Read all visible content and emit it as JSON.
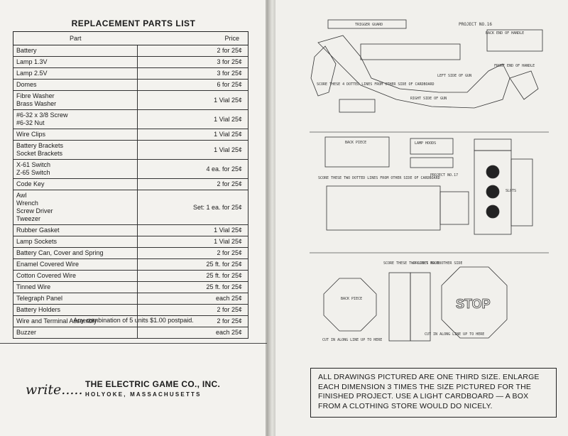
{
  "left_page": {
    "title": "REPLACEMENT PARTS LIST",
    "columns": {
      "part": "Part",
      "price": "Price"
    },
    "rows": [
      {
        "part": [
          "Battery"
        ],
        "price": "2 for 25¢"
      },
      {
        "part": [
          "Lamp 1.3V"
        ],
        "price": "3 for 25¢"
      },
      {
        "part": [
          "Lamp 2.5V"
        ],
        "price": "3 for 25¢"
      },
      {
        "part": [
          "Domes"
        ],
        "price": "6 for 25¢"
      },
      {
        "part": [
          "Fibre Washer",
          "Brass Washer"
        ],
        "price": "1 Vial 25¢"
      },
      {
        "part": [
          "#6-32 x 3/8 Screw",
          "#6-32 Nut"
        ],
        "price": "1 Vial 25¢"
      },
      {
        "part": [
          "Wire Clips"
        ],
        "price": "1 Vial 25¢"
      },
      {
        "part": [
          "Battery Brackets",
          "Socket Brackets"
        ],
        "price": "1 Vial 25¢"
      },
      {
        "part": [
          "X-61 Switch",
          "Z-65 Switch"
        ],
        "price": "4 ea. for 25¢"
      },
      {
        "part": [
          "Code Key"
        ],
        "price": "2 for 25¢"
      },
      {
        "part": [
          "Awl",
          "Wrench",
          "Screw Driver",
          "Tweezer"
        ],
        "price": "Set: 1 ea. for 25¢"
      },
      {
        "part": [
          "Rubber Gasket"
        ],
        "price": "1 Vial 25¢"
      },
      {
        "part": [
          "Lamp Sockets"
        ],
        "price": "1 Vial 25¢"
      },
      {
        "part": [
          "Battery Can, Cover and Spring"
        ],
        "price": "2 for 25¢"
      },
      {
        "part": [
          "Enamel Covered Wire"
        ],
        "price": "25 ft. for 25¢"
      },
      {
        "part": [
          "Cotton Covered Wire"
        ],
        "price": "25 ft. for 25¢"
      },
      {
        "part": [
          "Tinned Wire"
        ],
        "price": "25 ft. for 25¢"
      },
      {
        "part": [
          "Telegraph Panel"
        ],
        "price": "each 25¢"
      },
      {
        "part": [
          "Battery Holders"
        ],
        "price": "2 for 25¢"
      },
      {
        "part": [
          "Wire and Terminal Assembly"
        ],
        "price": "2 for 25¢"
      },
      {
        "part": [
          "Buzzer"
        ],
        "price": "each 25¢"
      }
    ],
    "postpaid_note": "Any combination of 5 units $1.00 postpaid.",
    "write_word": "write.....",
    "company_name": "THE ELECTRIC GAME CO., INC.",
    "company_city": "HOLYOKE, MASSACHUSETTS"
  },
  "right_page": {
    "project_16": {
      "title": "PROJECT NO.16",
      "labels": [
        "TRIGGER GUARD",
        "BACK END OF HANDLE",
        "FRONT END OF HANDLE",
        "SCORE THESE 4 DOTTED LINES FROM OTHER SIDE OF CARDBOARD",
        "LEFT SIDE OF GUN",
        "RIGHT SIDE OF GUN"
      ]
    },
    "project_17": {
      "title": "PROJECT NO.17",
      "labels": [
        "BACK PIECE",
        "LAMP HOODS",
        "SCORE THESE TWO DOTTED LINES FROM OTHER SIDE OF CARDBOARD",
        "SLOTS"
      ]
    },
    "project_18": {
      "title": "PROJECT NO.18",
      "labels": [
        "SCORE THESE TWO LINES FROM OTHER SIDE",
        "BACK PIECE",
        "CUT IN ALONG LINE UP TO HERE",
        "CUT IN ALONG LINE UP TO HERE",
        "STOP"
      ]
    },
    "note": "ALL DRAWINGS PICTURED ARE ONE THIRD SIZE. ENLARGE EACH DIMENSION 3 TIMES THE SIZE PICTURED FOR THE FINISHED PROJECT. USE A LIGHT CARDBOARD — A BOX FROM A CLOTHING STORE WOULD DO NICELY."
  }
}
